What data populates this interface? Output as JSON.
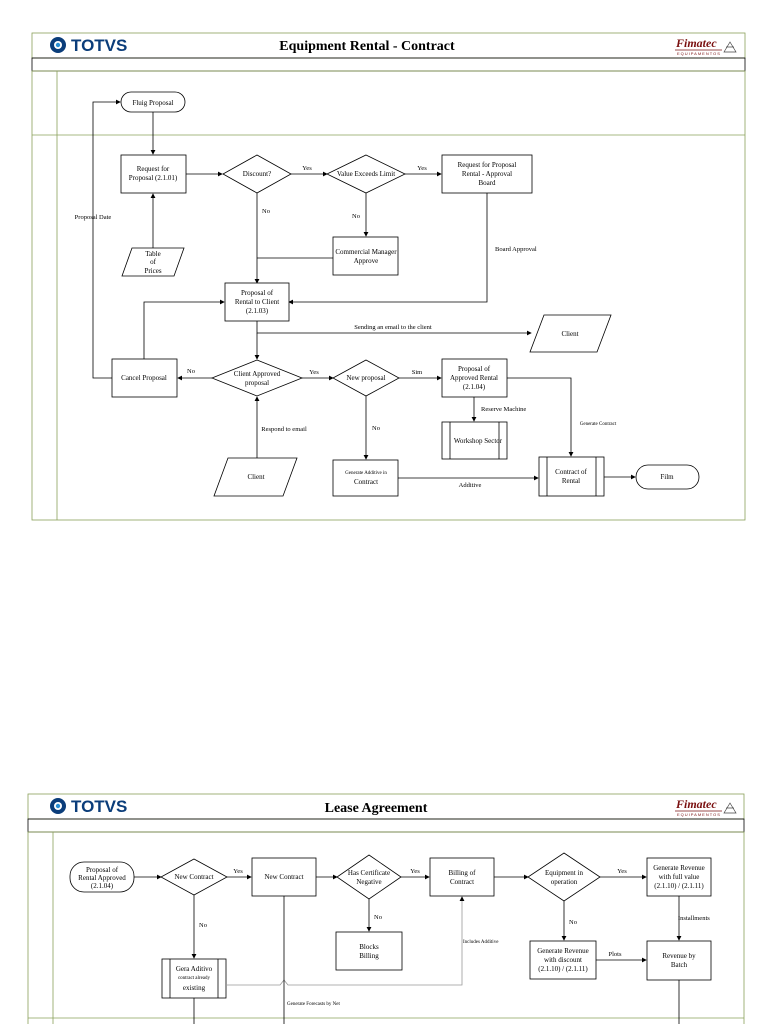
{
  "brand": {
    "totvs": "TOTVS",
    "fimatec": "Fimatec",
    "fimatec_sub": "EQUIPAMENTOS"
  },
  "contract": {
    "title": "Equipment Rental - Contract",
    "nodes": {
      "fluig_proposal": "Fluig Proposal",
      "request_for_proposal": [
        "Request for",
        "Proposal (2.1.01)"
      ],
      "discount": "Discount?",
      "value_exceeds": "Value Exceeds Limit",
      "request_approval_board": [
        "Request for Proposal",
        "Rental - Approval",
        "Board"
      ],
      "table_of_prices": [
        "Table",
        "of",
        "Prices"
      ],
      "commercial_manager": [
        "Commercial Manager",
        "Approve"
      ],
      "proposal_to_client": [
        "Proposal of",
        "Rental to Client",
        "(2.1.03)"
      ],
      "client_top": "Client",
      "cancel_proposal": "Cancel Proposal",
      "client_approved": [
        "Client Approved",
        "proposal"
      ],
      "new_proposal": "New proposal",
      "approved_rental": [
        "Proposal of",
        "Approved Rental",
        "(2.1.04)"
      ],
      "workshop_sector": "Workshop Sector",
      "client_bottom": "Client",
      "generate_additive": [
        "Generate Additive in",
        "Contract"
      ],
      "contract_of_rental": [
        "Contract of",
        "Rental"
      ],
      "film": "Film"
    },
    "edges": {
      "proposal_date": "Proposal Date",
      "yes1": "Yes",
      "yes2": "Yes",
      "no1": "No",
      "no2": "No",
      "board_approval": "Board Approval",
      "sending_email": "Sending an email to the client",
      "no_cancel": "No",
      "yes3": "Yes",
      "sim": "Sim",
      "reserve_machine": "Reserve Machine",
      "generate_contract": "Generate Contract",
      "respond_email": "Respond to email",
      "no3": "No",
      "additive": "Additive"
    }
  },
  "lease": {
    "title": "Lease Agreement",
    "nodes": {
      "proposal_approved": [
        "Proposal of",
        "Rental Approved",
        "(2.1.04)"
      ],
      "new_contract_q": "New Contract",
      "new_contract": "New Contract",
      "has_certificate": [
        "Has Certificate",
        "Negative"
      ],
      "billing_contract": [
        "Billing of",
        "Contract"
      ],
      "equipment_operation": [
        "Equipment in",
        "operation"
      ],
      "revenue_full": [
        "Generate Revenue",
        "with full value",
        "(2.1.10) / (2.1.11)"
      ],
      "blocks_billing": [
        "Blocks",
        "Billing"
      ],
      "gera_aditivo": [
        "Gera Aditivo",
        "contract already",
        "existing"
      ],
      "revenue_discount": [
        "Generate Revenue",
        "with discount",
        "(2.1.10) / (2.1.11)"
      ],
      "revenue_batch": [
        "Revenue by",
        "Batch"
      ]
    },
    "edges": {
      "yes1": "Yes",
      "no1": "No",
      "yes2": "Yes",
      "no2": "No",
      "yes3": "Yes",
      "no3": "No",
      "includes_additive": "Includes Additive",
      "installments": "Installments",
      "plots": "Plots",
      "forecasts": "Generate Forecasts by Net"
    }
  }
}
